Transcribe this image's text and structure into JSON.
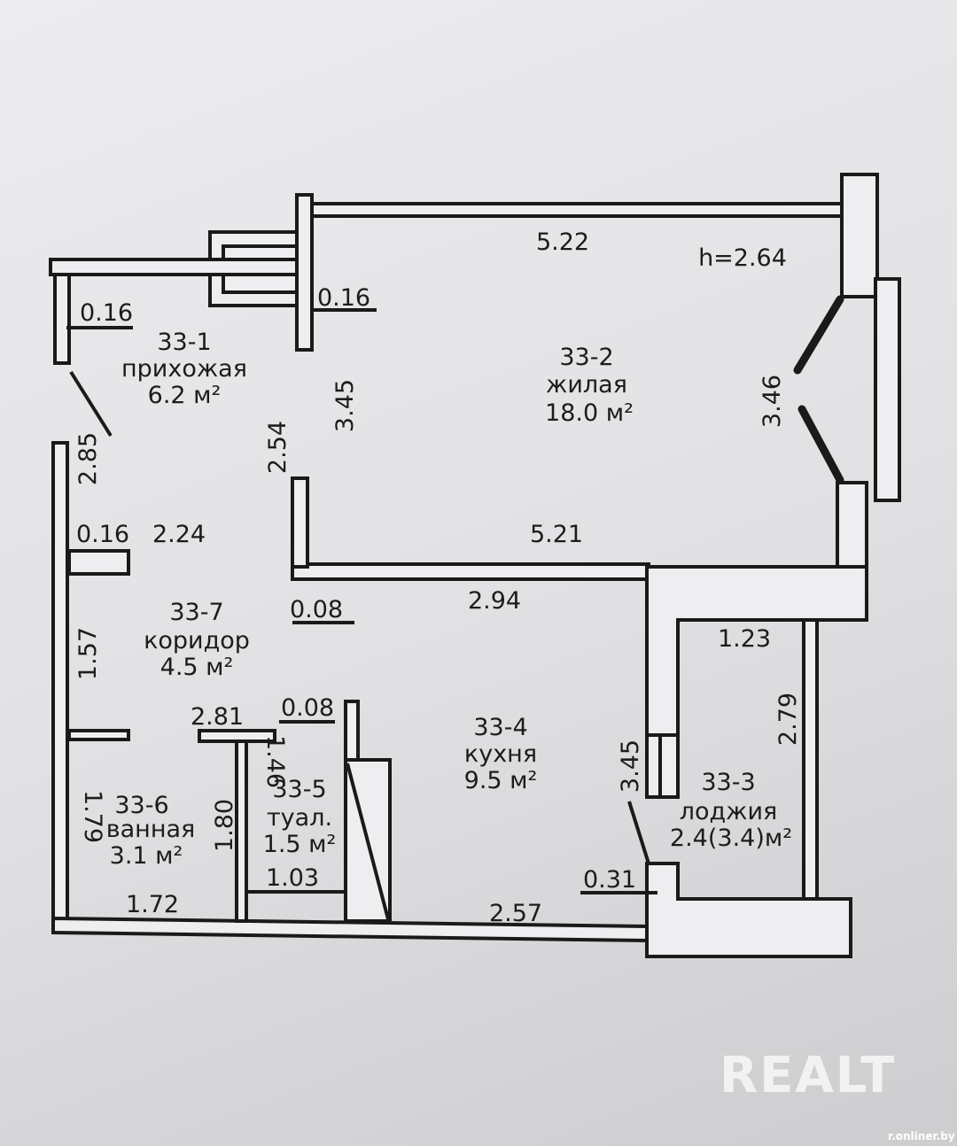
{
  "plan": {
    "ceiling_height": "h=2.64",
    "rooms": [
      {
        "id": "33-1",
        "name": "прихожая",
        "area": "6.2 м²"
      },
      {
        "id": "33-2",
        "name": "жилая",
        "area": "18.0 м²"
      },
      {
        "id": "33-3",
        "name": "лоджия",
        "area": "2.4(3.4)м²"
      },
      {
        "id": "33-4",
        "name": "кухня",
        "area": "9.5 м²"
      },
      {
        "id": "33-5",
        "name": "туал.",
        "area": "1.5 м²"
      },
      {
        "id": "33-6",
        "name": "ванная",
        "area": "3.1  м²"
      },
      {
        "id": "33-7",
        "name": "коридор",
        "area": "4.5  м²"
      }
    ],
    "dimensions": {
      "d522": "5.22",
      "d016a": "0.16",
      "d016b": "0.16",
      "d345a": "3.45",
      "d254": "2.54",
      "d346": "3.46",
      "d285": "2.85",
      "d016c": "0.16",
      "d224": "2.24",
      "d521": "5.21",
      "d008a": "0.08",
      "d294": "2.94",
      "d123": "1.23",
      "d157": "1.57",
      "d279": "2.79",
      "d281": "2.81",
      "d008b": "0.08",
      "d146": "1.46",
      "d345b": "3.45",
      "d179": "1.79",
      "d180": "1.80",
      "d103": "1.03",
      "d031": "0.31",
      "d172": "1.72",
      "d257": "2.57"
    }
  },
  "watermark": {
    "brand": "REALT",
    "source": "r.onliner.by"
  }
}
